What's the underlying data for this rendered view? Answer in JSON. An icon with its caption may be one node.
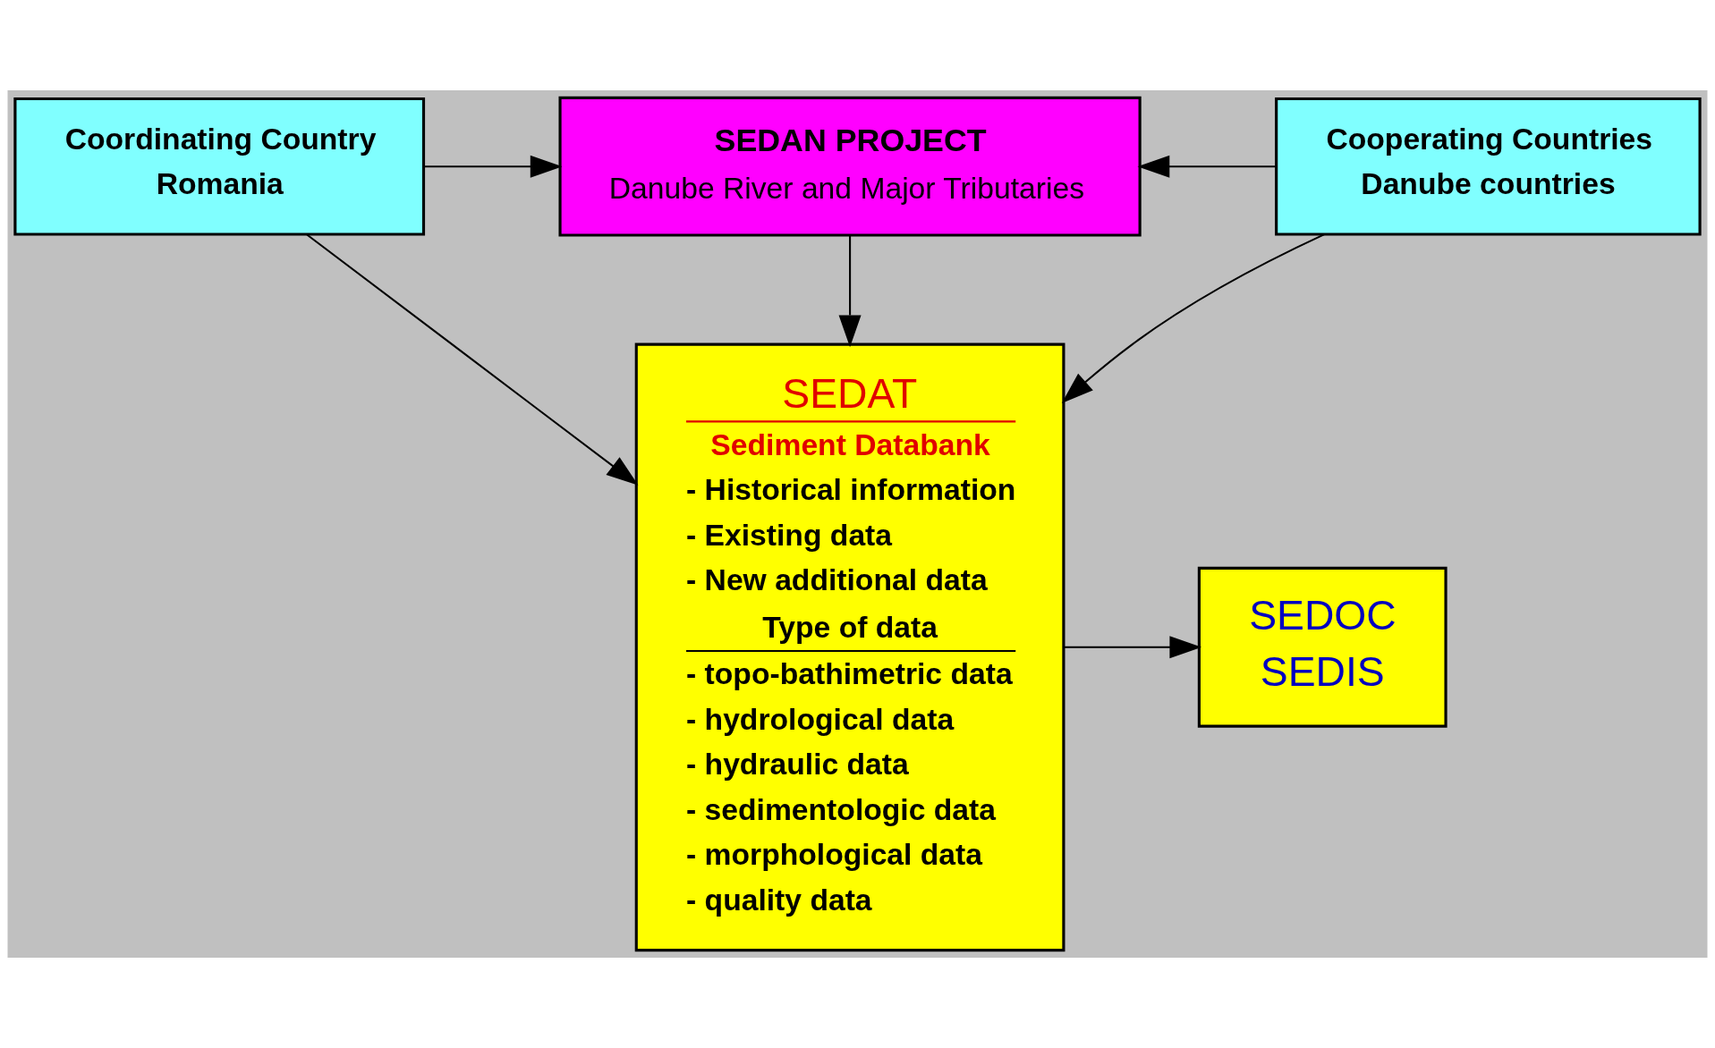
{
  "diagram": {
    "nodes": [
      {
        "text": [
          "Coordinating Country",
          "Romania"
        ]
      },
      {
        "text": [
          "SEDAN PROJECT",
          "Danube River and Major Tributaries"
        ]
      },
      {
        "text": [
          "Cooperating Countries",
          "Danube countries"
        ]
      },
      {
        "text": [
          "SEDAT",
          "Sediment Databank",
          "- Historical information",
          "- Existing data",
          "- New additional data",
          "Type of data",
          "- topo-bathimetric data",
          "- hydrological data",
          "- hydraulic data",
          "- sedimentologic data",
          "- morphological data",
          "- quality data"
        ]
      },
      {
        "text": [
          "SEDOC",
          "SEDIS"
        ]
      }
    ],
    "edges": [
      {
        "from": 0,
        "to": 1,
        "arrow": "to"
      },
      {
        "from": 2,
        "to": 1,
        "arrow": "to"
      },
      {
        "from": 1,
        "to": 3,
        "arrow": "to"
      },
      {
        "from": 0,
        "to": 3,
        "arrow": "to"
      },
      {
        "from": 2,
        "to": 3,
        "arrow": "to"
      },
      {
        "from": 3,
        "to": 4,
        "arrow": "to"
      }
    ]
  }
}
